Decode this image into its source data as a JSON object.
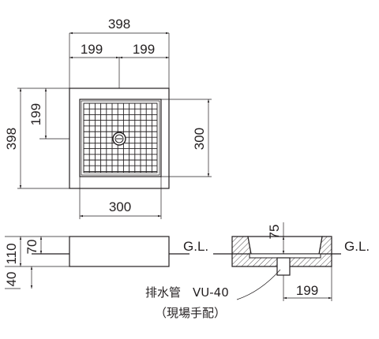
{
  "plan": {
    "overall_width": "398",
    "half_left": "199",
    "half_right": "199",
    "overall_height": "398",
    "half_height": "199",
    "grate_height": "300",
    "grate_width": "300"
  },
  "front": {
    "total_height": "110",
    "above_gl": "70",
    "below_gl": "40",
    "gl_label": "G.L."
  },
  "section": {
    "depth": "75",
    "gl_label": "G.L.",
    "drain_offset": "199",
    "pipe_label": "排水管　VU-40",
    "pipe_note": "（現場手配）"
  }
}
